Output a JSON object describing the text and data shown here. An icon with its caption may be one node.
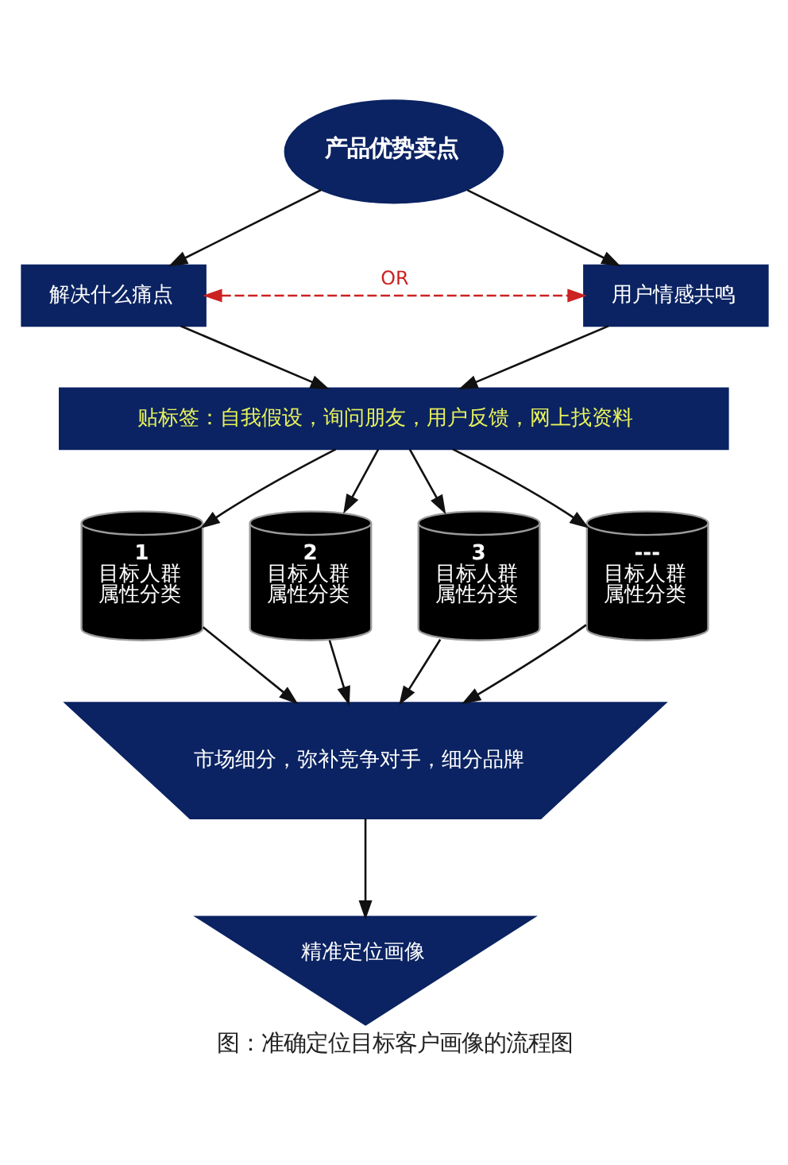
{
  "diagram": {
    "caption": "图：准确定位目标客户画像的流程图",
    "nodes": [
      {
        "text": [
          "产品优势卖点"
        ]
      },
      {
        "text": [
          "解决什么痛点"
        ]
      },
      {
        "text": [
          "用户情感共鸣"
        ]
      },
      {
        "text": [
          "贴标签：自我假设，询问朋友，用户反馈，网上找资料"
        ]
      },
      {
        "text": [
          "1",
          "目标人群属性分类"
        ]
      },
      {
        "text": [
          "2",
          "目标人群属性分类"
        ]
      },
      {
        "text": [
          "3",
          "目标人群属性分类"
        ]
      },
      {
        "text": [
          "---",
          "目标人群属性分类"
        ]
      },
      {
        "text": [
          "市场细分，弥补竞争对手，细分品牌"
        ]
      },
      {
        "text": [
          "精准定位画像"
        ]
      }
    ],
    "edges": [
      {
        "from": 0,
        "to": 1,
        "arrow": "to"
      },
      {
        "from": 0,
        "to": 2,
        "arrow": "to"
      },
      {
        "from": 1,
        "to": 2,
        "arrow": "both",
        "label": "OR",
        "style": "dashed",
        "color": "#cc2222"
      },
      {
        "from": 1,
        "to": 3,
        "arrow": "to"
      },
      {
        "from": 2,
        "to": 3,
        "arrow": "to"
      },
      {
        "from": 3,
        "to": 4,
        "arrow": "to"
      },
      {
        "from": 3,
        "to": 5,
        "arrow": "to"
      },
      {
        "from": 3,
        "to": 6,
        "arrow": "to"
      },
      {
        "from": 3,
        "to": 7,
        "arrow": "to"
      },
      {
        "from": 4,
        "to": 8,
        "arrow": "to"
      },
      {
        "from": 5,
        "to": 8,
        "arrow": "to"
      },
      {
        "from": 6,
        "to": 8,
        "arrow": "to"
      },
      {
        "from": 7,
        "to": 8,
        "arrow": "to"
      },
      {
        "from": 8,
        "to": 9,
        "arrow": "to"
      }
    ]
  }
}
